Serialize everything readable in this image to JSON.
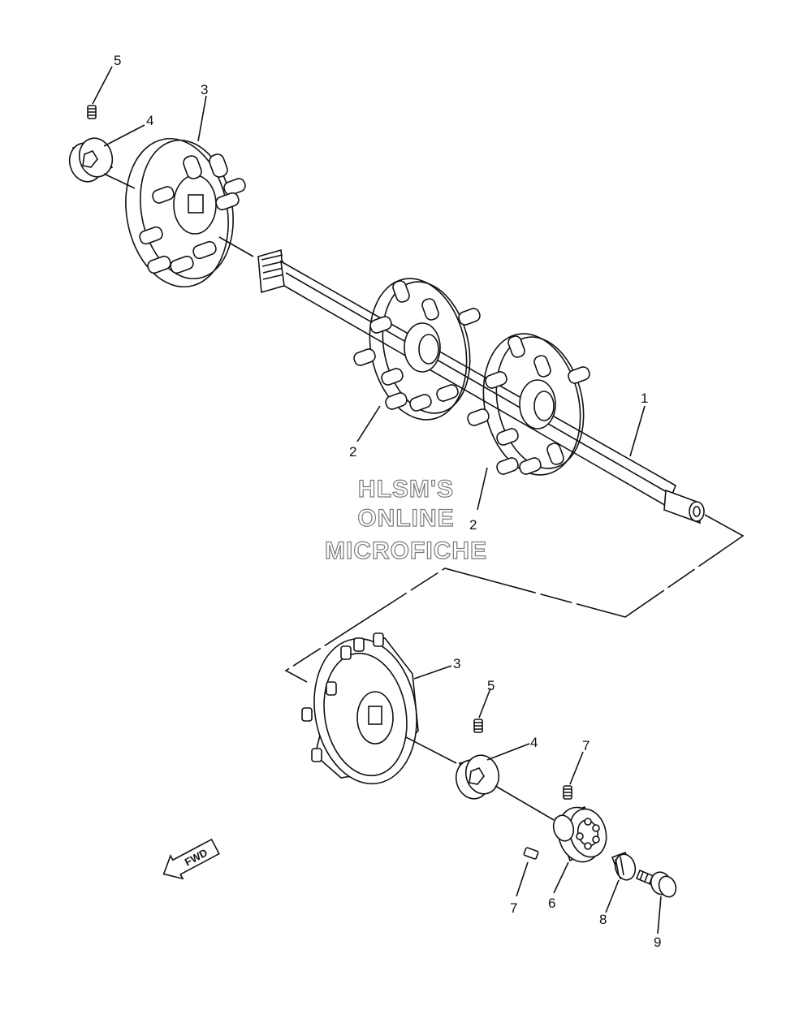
{
  "watermark": {
    "line1": "HLSM'S",
    "line2": "ONLINE",
    "line3": "MICROFICHE"
  },
  "fwd_label": "FWD",
  "callouts": {
    "c1": "1",
    "c2a": "2",
    "c2b": "2",
    "c3a": "3",
    "c3b": "3",
    "c4a": "4",
    "c4b": "4",
    "c5a": "5",
    "c5b": "5",
    "c6": "6",
    "c7a": "7",
    "c7b": "7",
    "c8": "8",
    "c9": "9"
  }
}
